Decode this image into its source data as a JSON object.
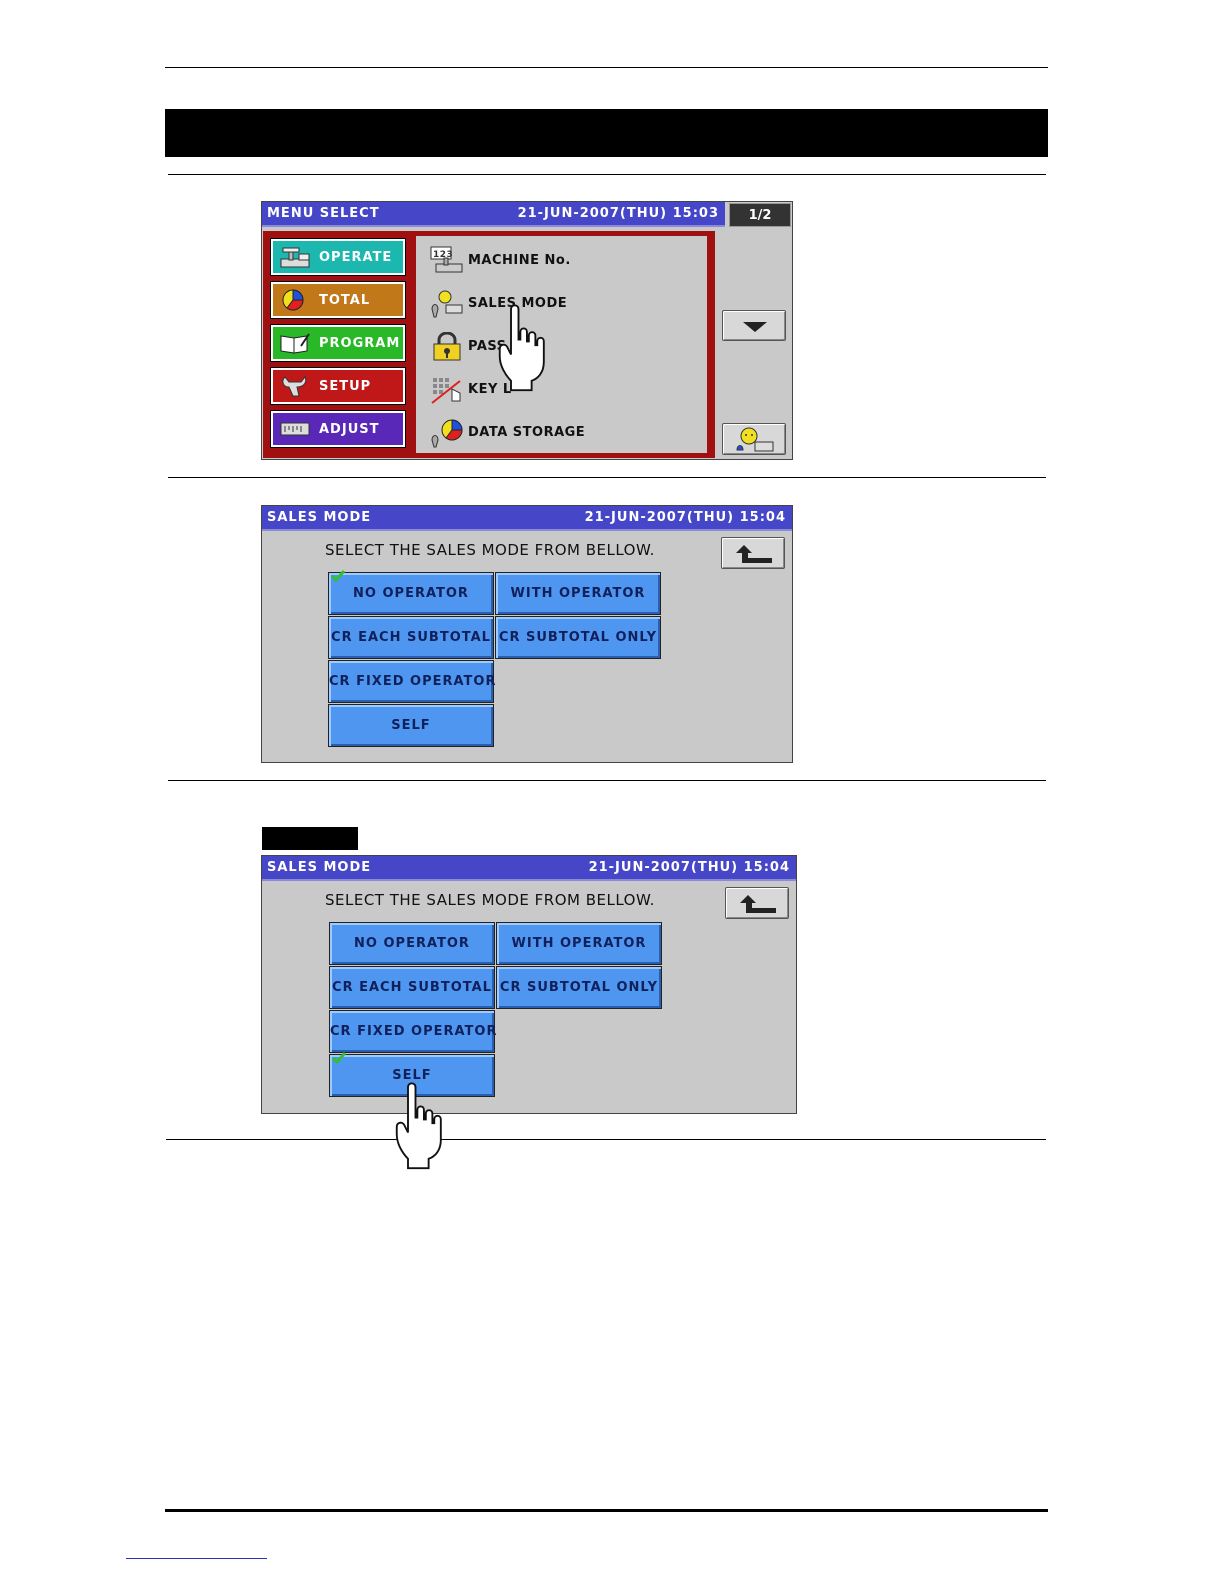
{
  "screen1": {
    "title": "MENU SELECT",
    "datetime": "21-JUN-2007(THU)  15:03",
    "page": "1/2",
    "categories": [
      "OPERATE",
      "TOTAL",
      "PROGRAM",
      "SETUP",
      "ADJUST"
    ],
    "menu_items": [
      "MACHINE No.",
      "SALES MODE",
      "PASS",
      "KEY L",
      "DATA STORAGE"
    ],
    "icons": {
      "scroll_down": "triangle-down-icon",
      "operator": "operator-icon",
      "hand": "pointing-hand-icon"
    }
  },
  "screen2": {
    "title": "SALES MODE",
    "datetime": "21-JUN-2007(THU)  15:04",
    "prompt": "SELECT THE SALES MODE FROM BELLOW.",
    "buttons": [
      "NO OPERATOR",
      "WITH OPERATOR",
      "CR EACH SUBTOTAL",
      "CR SUBTOTAL ONLY",
      "CR FIXED OPERATOR",
      "SELF"
    ],
    "selected": "NO OPERATOR"
  },
  "screen3": {
    "title": "SALES MODE",
    "datetime": "21-JUN-2007(THU)  15:04",
    "prompt": "SELECT THE SALES MODE FROM BELLOW.",
    "buttons": [
      "NO OPERATOR",
      "WITH OPERATOR",
      "CR EACH SUBTOTAL",
      "CR SUBTOTAL ONLY",
      "CR FIXED OPERATOR",
      "SELF"
    ],
    "selected": "SELF"
  },
  "colors": {
    "titlebar": "#4646c8",
    "menu_frame": "#a01010",
    "operate": "#1cb8b0",
    "total": "#c07818",
    "program": "#28b828",
    "setup": "#c01818",
    "adjust": "#5a28b8",
    "mode_button": "#4f96f0",
    "check": "#30c030"
  }
}
